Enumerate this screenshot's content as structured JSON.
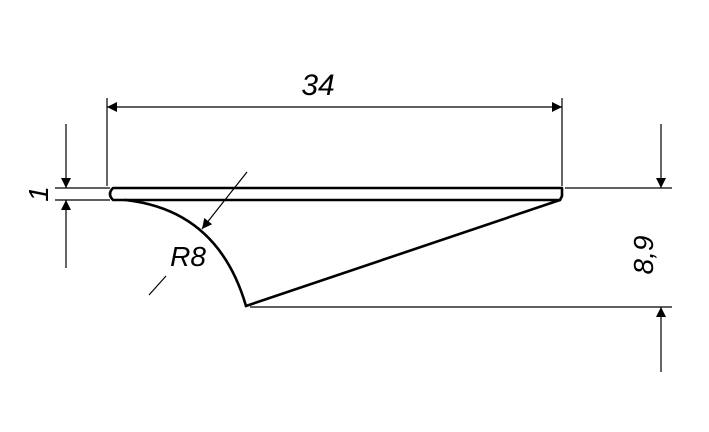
{
  "dimensions": {
    "length": "34",
    "thickness": "1",
    "height": "8,9",
    "radius": "R8"
  },
  "colors": {
    "line": "#000000",
    "background": "#ffffff"
  }
}
